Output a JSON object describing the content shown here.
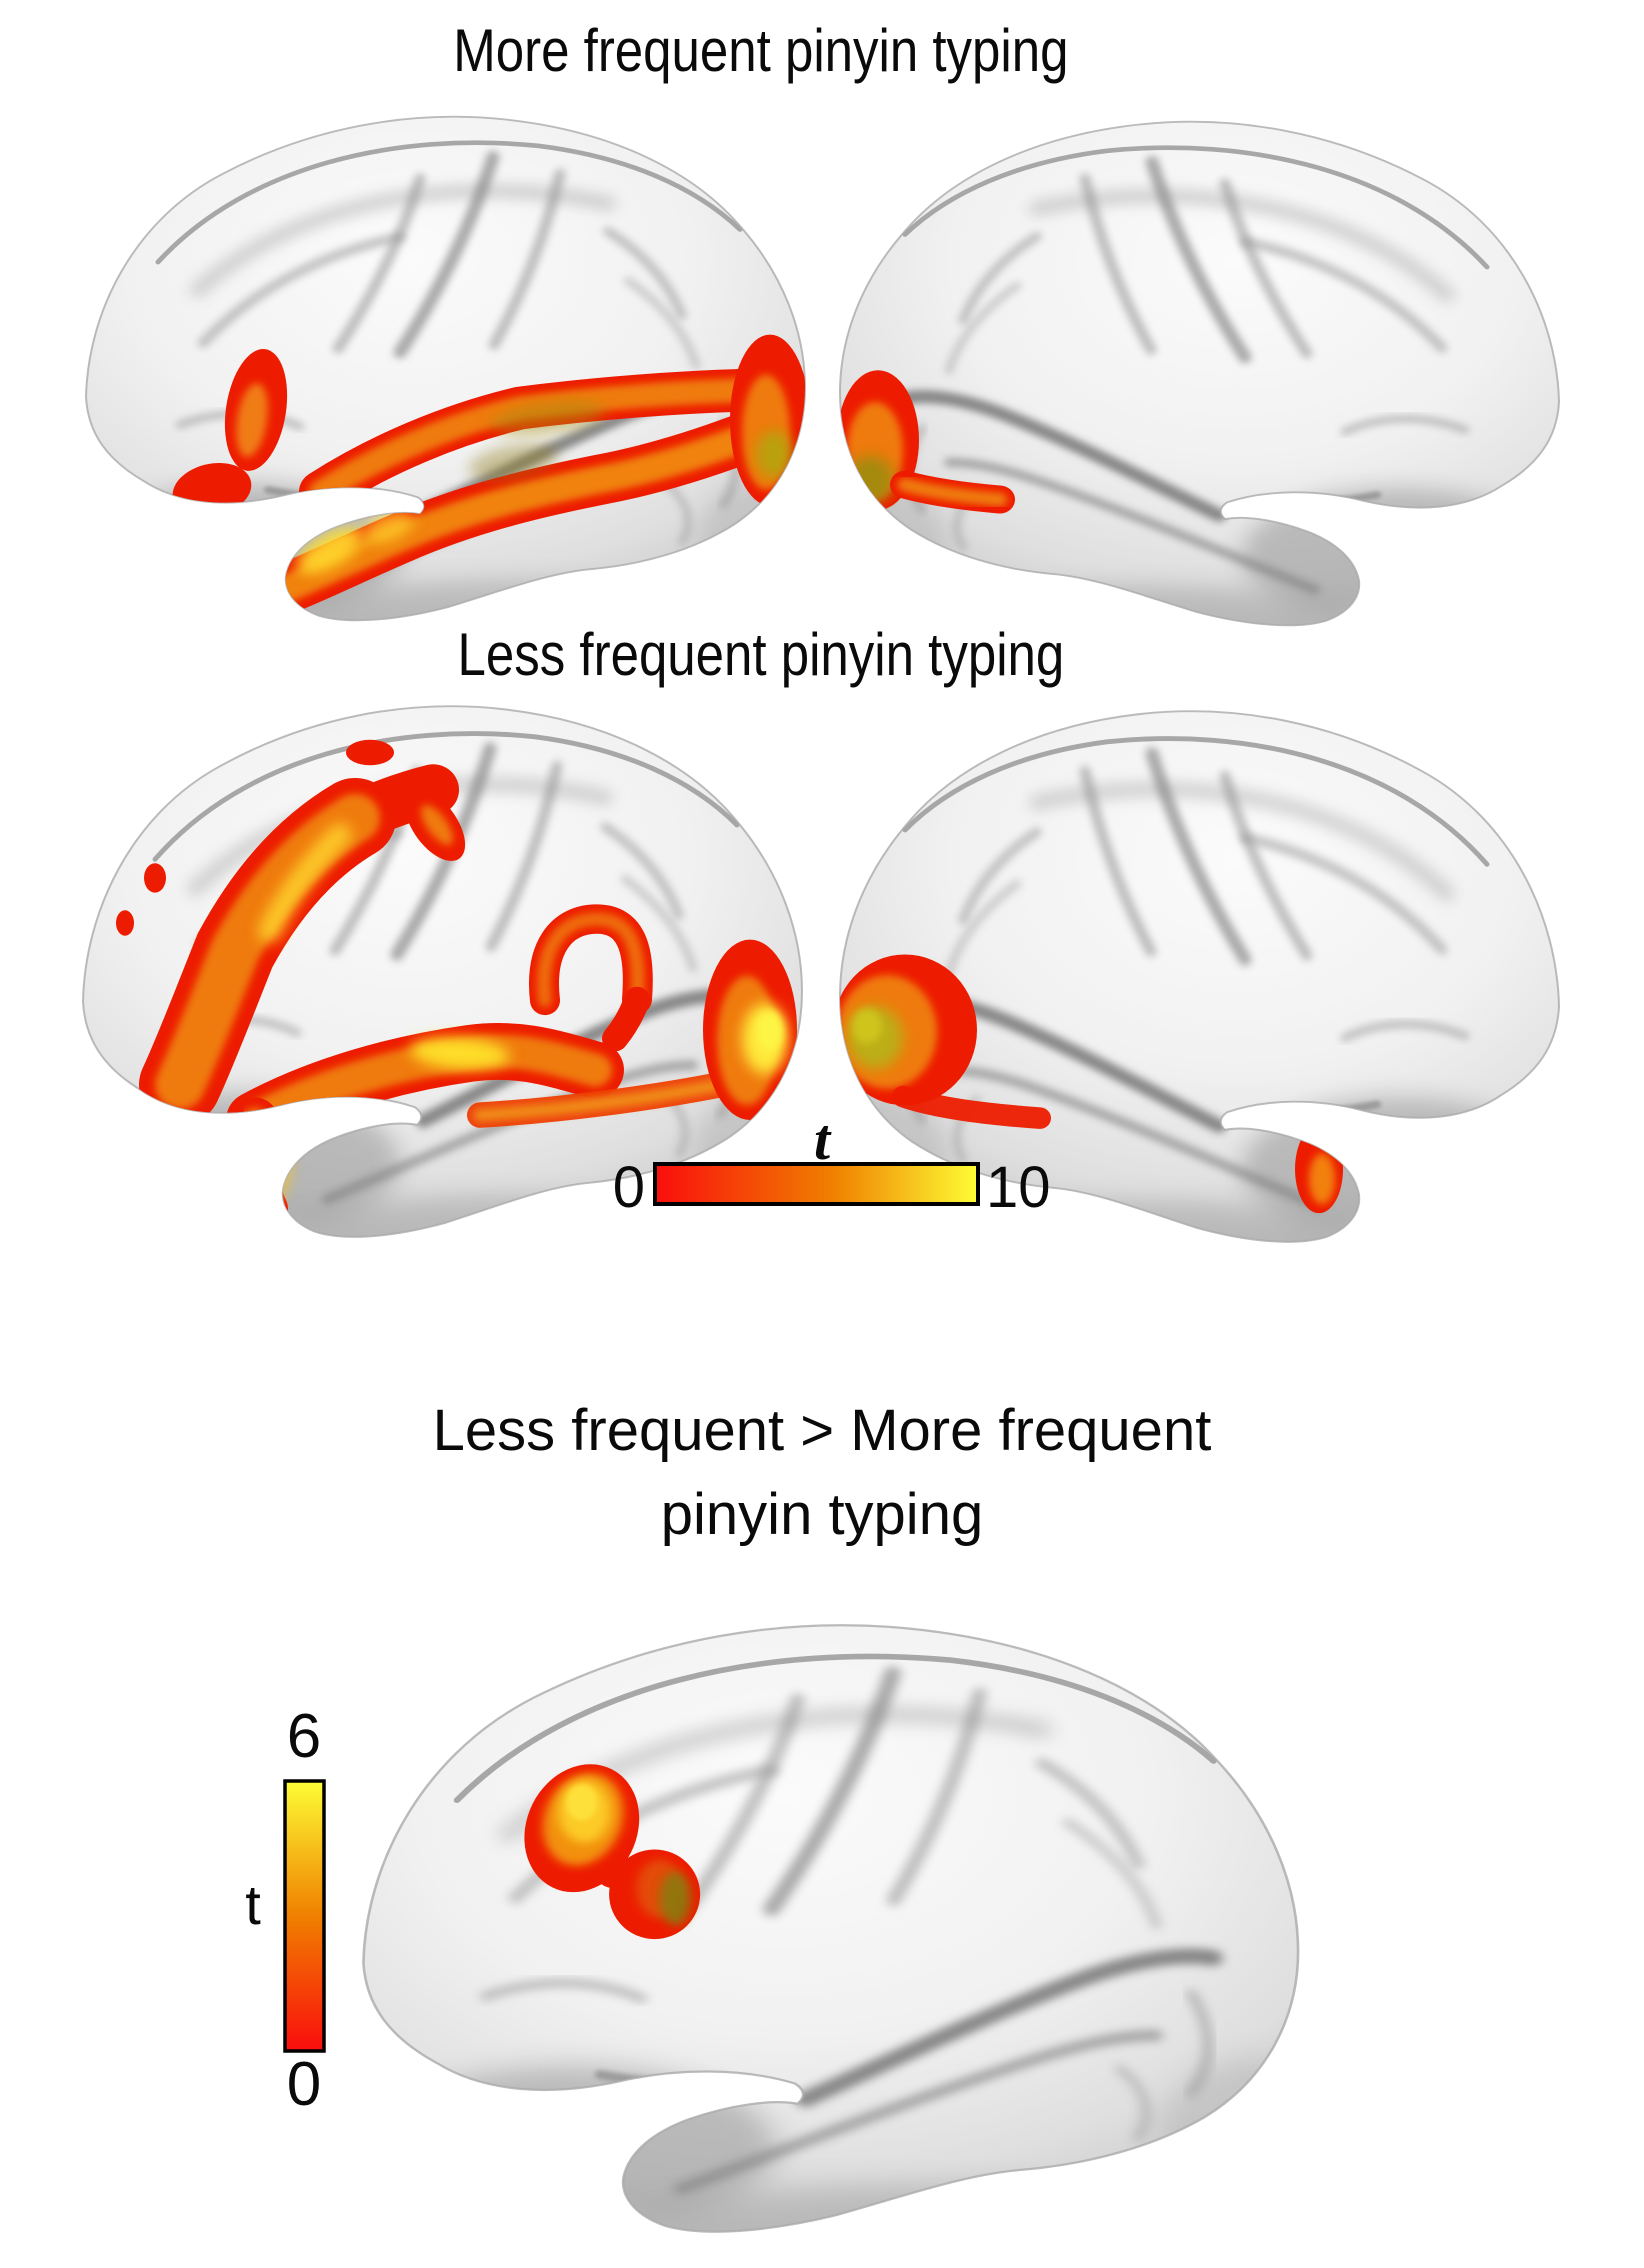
{
  "colors": {
    "cmap_low": "#fa0d0d",
    "cmap_mid": "#f08000",
    "cmap_high": "#fdfd35"
  },
  "panels": [
    {
      "title": "More frequent pinyin typing",
      "brains": [
        "left hemisphere lateral view",
        "right hemisphere lateral view"
      ]
    },
    {
      "title": "Less frequent pinyin typing",
      "brains": [
        "left hemisphere lateral view",
        "right hemisphere lateral view"
      ],
      "colorbar": {
        "orientation": "horizontal",
        "stat_label": "t",
        "min_label": "0",
        "max_label": "10"
      }
    },
    {
      "title_line1": "Less frequent > More frequent",
      "title_line2": "pinyin typing",
      "brains": [
        "left hemisphere lateral view"
      ],
      "colorbar": {
        "orientation": "vertical",
        "stat_label": "t",
        "min_label": "0",
        "max_label": "6"
      }
    }
  ]
}
